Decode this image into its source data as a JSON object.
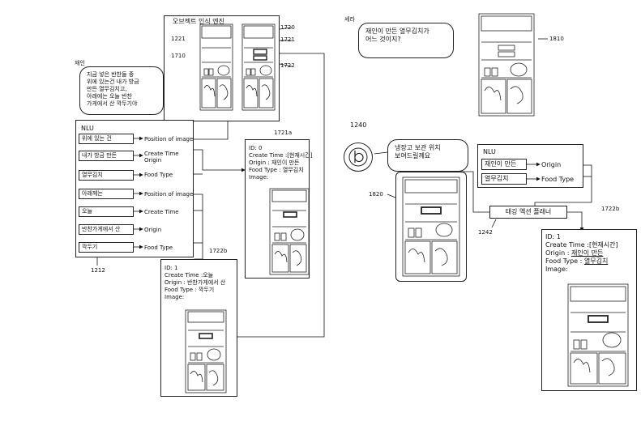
{
  "object_engine": {
    "title": "오브젝트 인식 엔진"
  },
  "labels": {
    "l1221": "1221",
    "l1710": "1710",
    "l1720": "1720",
    "l1721": "1721",
    "l1722": "1722",
    "l1810": "1810",
    "l1240": "1240",
    "l1820": "1820",
    "l1242": "1242",
    "l1212": "1212",
    "l1721a": "1721a",
    "l1722b_mid": "1722b",
    "l1722b_right": "1722b"
  },
  "jaein": {
    "name": "재인",
    "lines": [
      "지금 넣은 반찬들 중",
      "위에 있는건 내가 방금",
      "만든 열무김치고,",
      "아래에는 오늘 반찬",
      "가게에서 산 깍두기야"
    ]
  },
  "sera": {
    "name": "세라",
    "lines": [
      "재인이 만든 열무김치가",
      "어느 것이지?"
    ]
  },
  "assistant": {
    "lines": [
      "냉장고 보관 위치",
      "보여드릴께요"
    ]
  },
  "nlu_left": {
    "title": "NLU",
    "rows": [
      {
        "text": "위에 있는 건",
        "tags": [
          "Position of image"
        ]
      },
      {
        "text": "내가 방금 만든",
        "tags": [
          "Create Time",
          "Origin"
        ]
      },
      {
        "text": "열무김치",
        "tags": [
          "Food Type"
        ]
      },
      {
        "text": "아래께는",
        "tags": [
          "Position of image"
        ]
      },
      {
        "text": "오늘",
        "tags": [
          "Create Time"
        ]
      },
      {
        "text": "반찬가게에서 산",
        "tags": [
          "Origin"
        ]
      },
      {
        "text": "깍두기",
        "tags": [
          "Food Type"
        ]
      }
    ]
  },
  "nlu_right": {
    "title": "NLU",
    "rows": [
      {
        "text": "재인이 만든",
        "tag": "Origin"
      },
      {
        "text": "열무김치",
        "tag": "Food Type"
      }
    ]
  },
  "planner": {
    "label": "태깅 액션 플래너"
  },
  "card_1721a": {
    "id": "ID: 0",
    "create_time": "Create Time :[현재시간]",
    "origin": "Origin : 재인이 만든",
    "food_type": "Food Type : 열무김치",
    "image": "Image:"
  },
  "card_1722b_mid": {
    "id": "ID: 1",
    "create_time": "Create Time :오늘",
    "origin": "Origin : 반찬가게에서 산",
    "food_type": "Food Type : 깍두기",
    "image": "Image:"
  },
  "card_1722b_right": {
    "id": "ID: 1",
    "create_time": "Create Time :[현재시간]",
    "origin_key": "Origin : ",
    "origin_val": "재인이 만든",
    "food_key": "Food Type : ",
    "food_val": "열무김치",
    "image": "Image:"
  }
}
